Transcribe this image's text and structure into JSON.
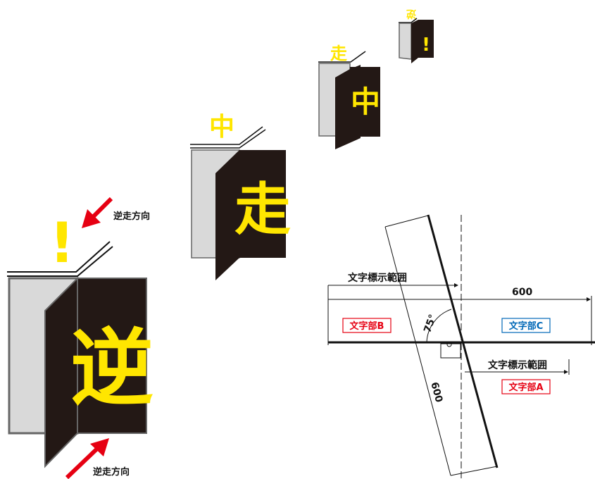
{
  "colors": {
    "sign_face": "#231815",
    "sign_back": "#d9d9d9",
    "sign_edge": "#666666",
    "character": "#ffe600",
    "arrow": "#e60012",
    "label_b": "#e60012",
    "label_c": "#0068b7",
    "label_a": "#e60012"
  },
  "signs": {
    "large": {
      "char": "逆",
      "top_mark": "!"
    },
    "medium": {
      "char": "走",
      "top_mark": "中"
    },
    "small": {
      "char": "中",
      "top_mark": "走"
    },
    "tiny": {
      "char": "!",
      "top_mark": "逆"
    }
  },
  "arrows": {
    "upper_label": "逆走方向",
    "lower_label": "逆走方向"
  },
  "diagram": {
    "range_label_top": "文字標示範囲",
    "range_label_bottom": "文字標示範囲",
    "dim_horizontal": "600",
    "dim_diagonal": "600",
    "angle": "75°",
    "part_b": "文字部B",
    "part_c": "文字部C",
    "part_a": "文字部A"
  }
}
